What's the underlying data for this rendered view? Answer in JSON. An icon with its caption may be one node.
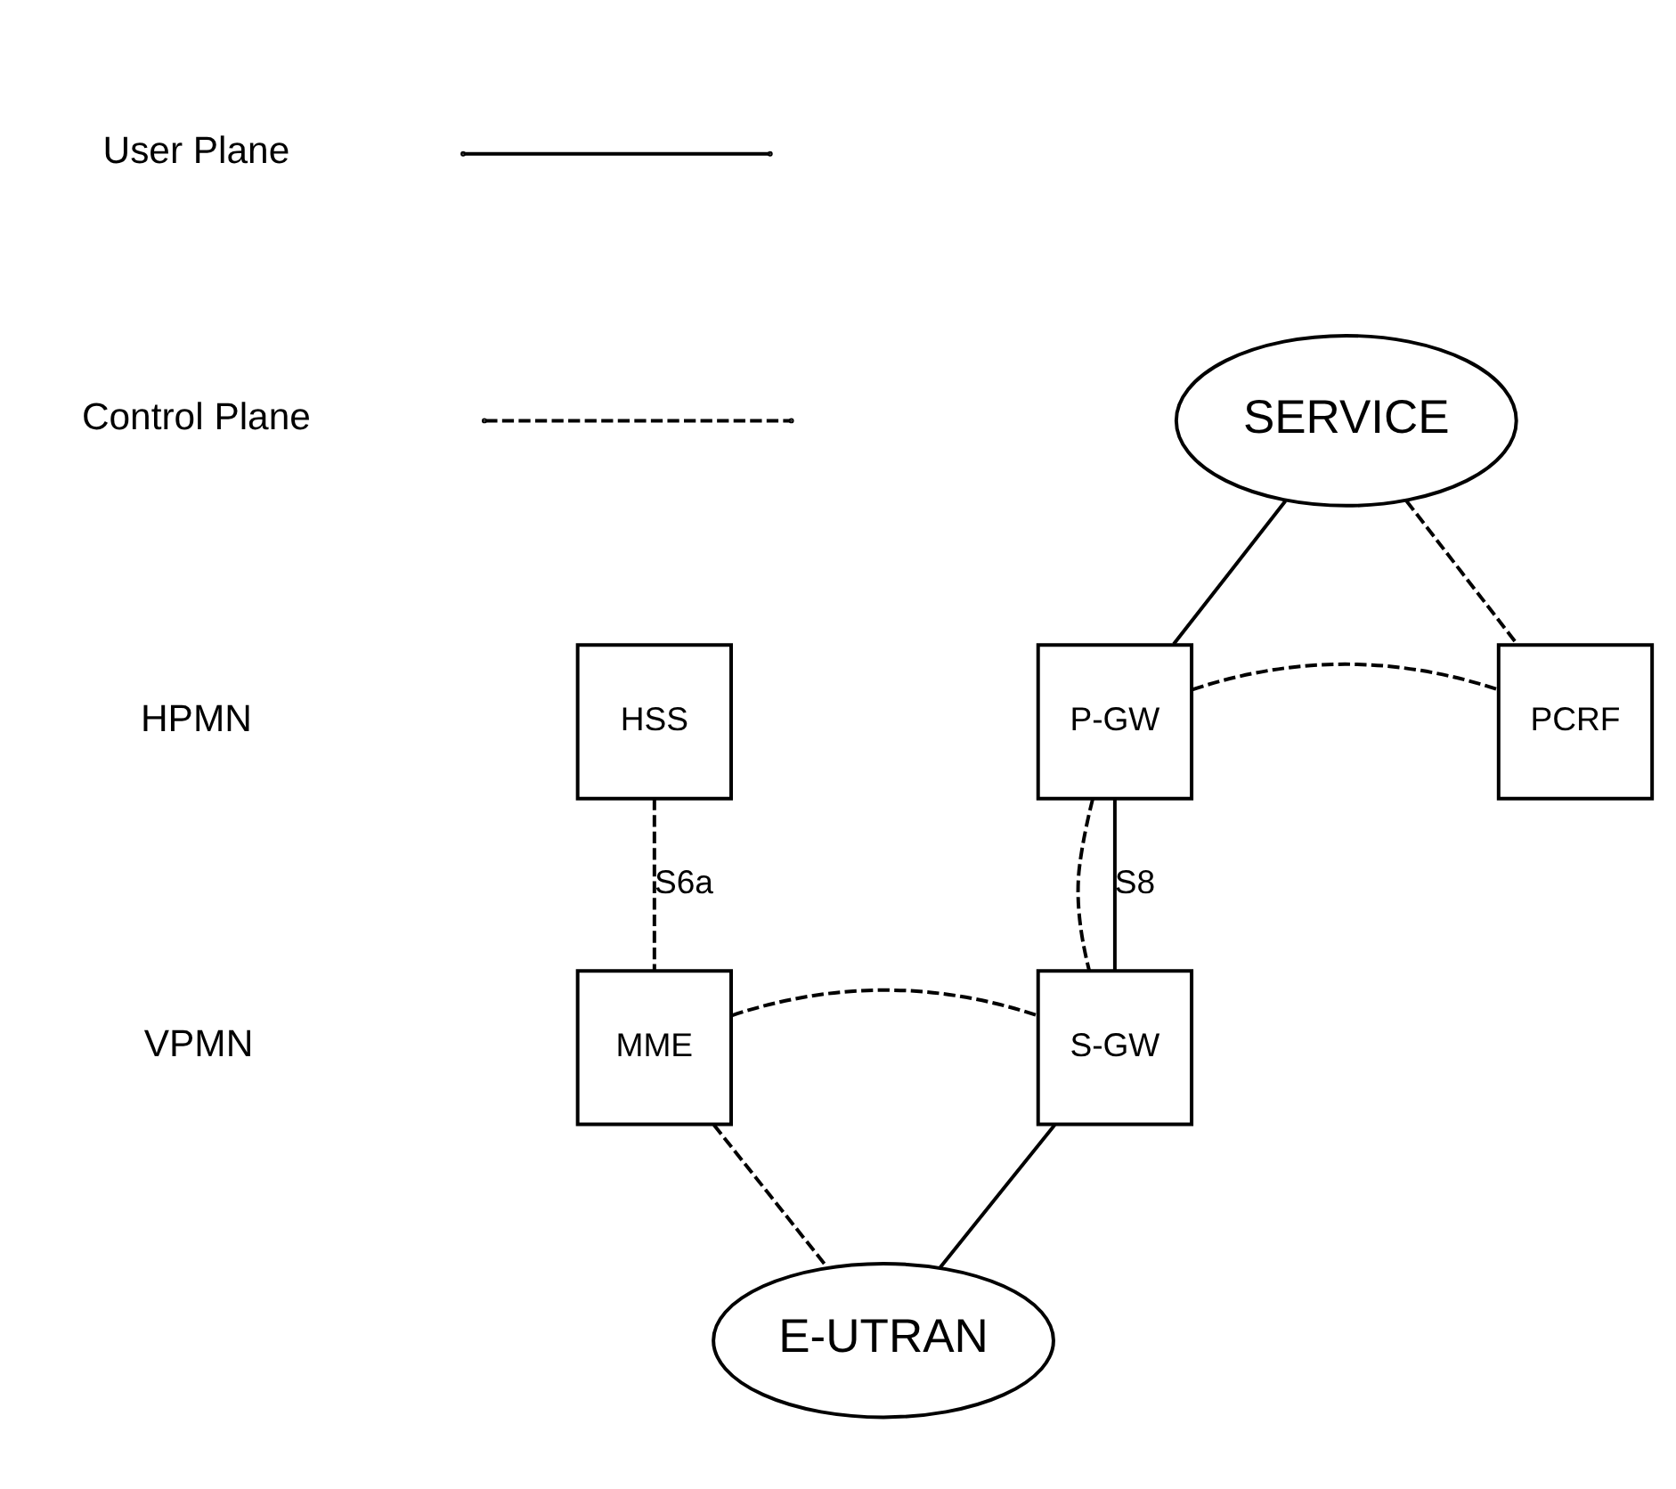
{
  "diagram": {
    "nodes": [
      {
        "text": [
          "SERVICE"
        ]
      },
      {
        "text": [
          "HSS"
        ]
      },
      {
        "text": [
          "P-GW"
        ]
      },
      {
        "text": [
          "PCRF"
        ]
      },
      {
        "text": [
          "MME"
        ]
      },
      {
        "text": [
          "S-GW"
        ]
      },
      {
        "text": [
          "E-UTRAN"
        ]
      }
    ],
    "edges": [
      {
        "from": 0,
        "to": 2,
        "arrow": "none"
      },
      {
        "from": 0,
        "to": 3,
        "arrow": "none",
        "style": "dashed"
      },
      {
        "from": 2,
        "to": 3,
        "arrow": "none",
        "style": "dashed"
      },
      {
        "from": 1,
        "to": 4,
        "arrow": "none",
        "style": "dashed",
        "label": "S6a"
      },
      {
        "from": 2,
        "to": 5,
        "arrow": "none",
        "style": "dashed"
      },
      {
        "from": 2,
        "to": 5,
        "arrow": "none",
        "label": "S8"
      },
      {
        "from": 4,
        "to": 5,
        "arrow": "none",
        "style": "dashed"
      },
      {
        "from": 4,
        "to": 6,
        "arrow": "none",
        "style": "dashed"
      },
      {
        "from": 5,
        "to": 6,
        "arrow": "none"
      }
    ],
    "labels": [
      "HPMN",
      "VPMN"
    ],
    "legend": [
      {
        "text": "User Plane"
      },
      {
        "text": "Control Plane"
      }
    ]
  }
}
